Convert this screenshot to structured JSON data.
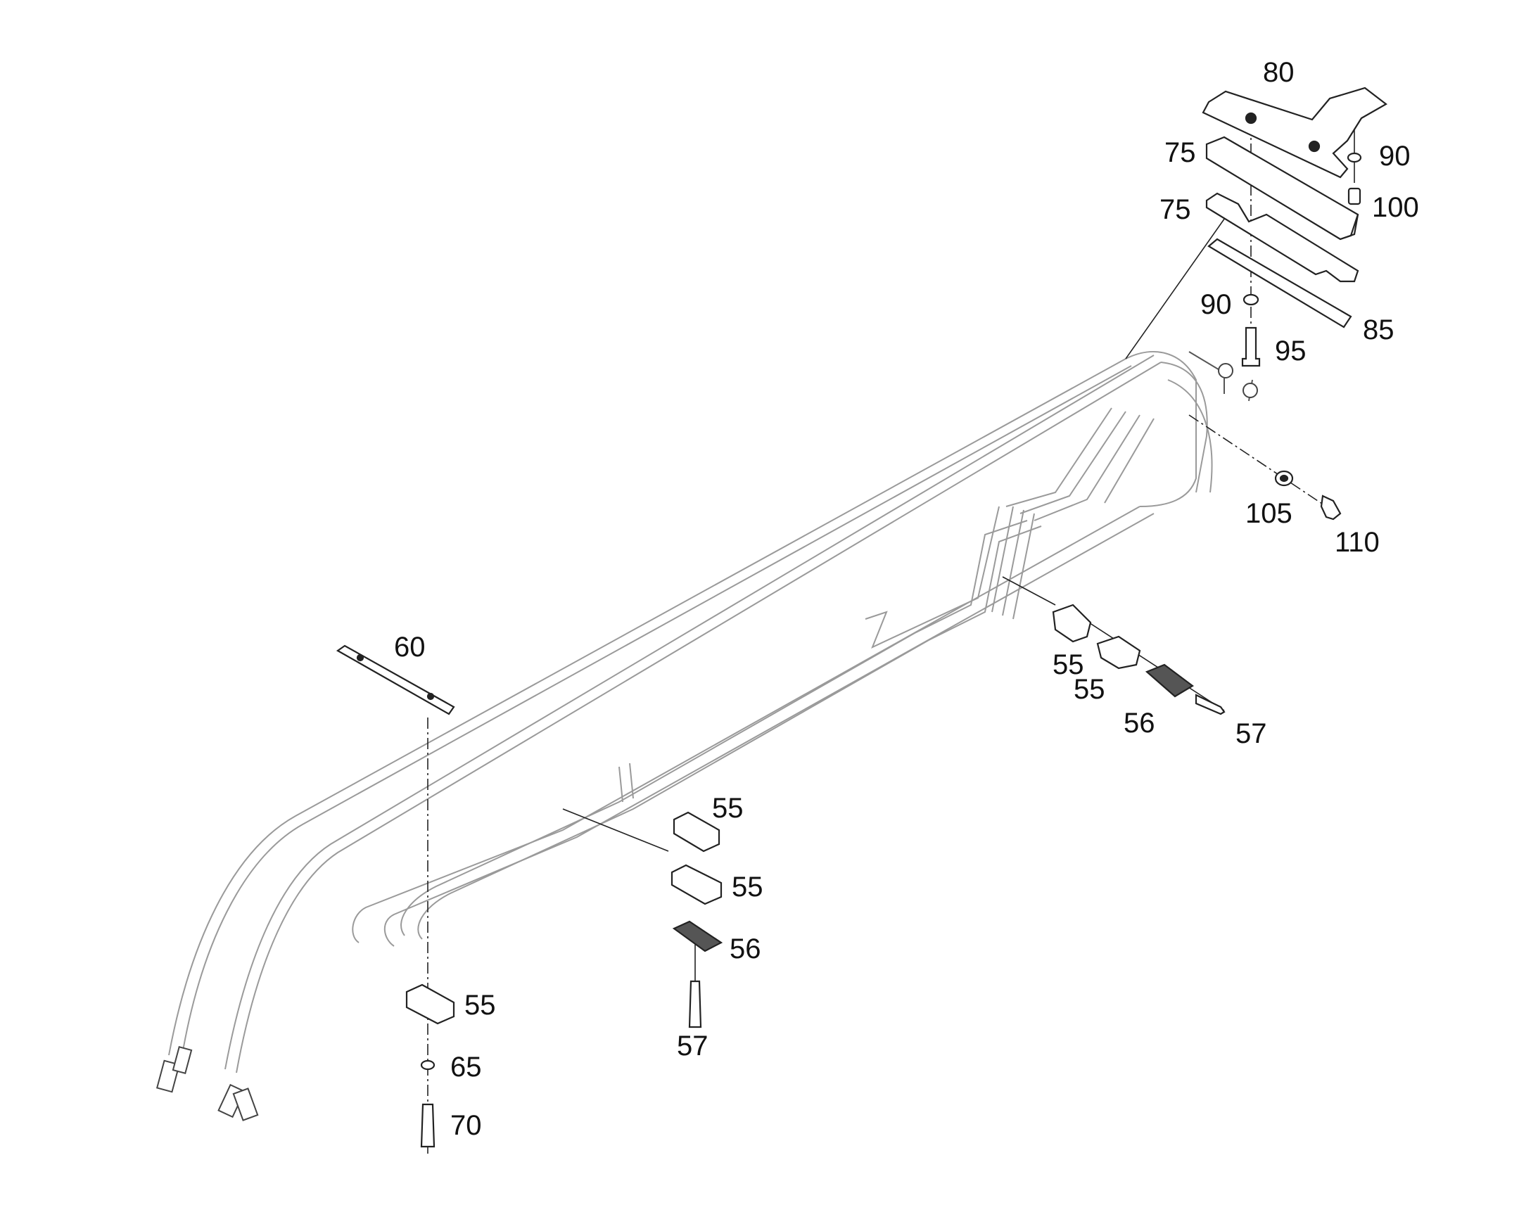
{
  "callouts": {
    "c80": "80",
    "c90_top": "90",
    "c75_upper": "75",
    "c100": "100",
    "c75_lower": "75",
    "c90_mid": "90",
    "c85": "85",
    "c95": "95",
    "c105": "105",
    "c110": "110",
    "c60": "60",
    "c55_right_a": "55",
    "c55_right_b": "55",
    "c56_right": "56",
    "c57_right": "57",
    "c55_mid_top": "55",
    "c55_mid_bottom": "55",
    "c56_mid": "56",
    "c57_mid": "57",
    "c55_left": "55",
    "c65": "65",
    "c70": "70"
  },
  "colors": {
    "line": "#222222",
    "hose": "#9a9a9a",
    "part_fill": "#ffffff",
    "dark": "#1a1a1a"
  }
}
